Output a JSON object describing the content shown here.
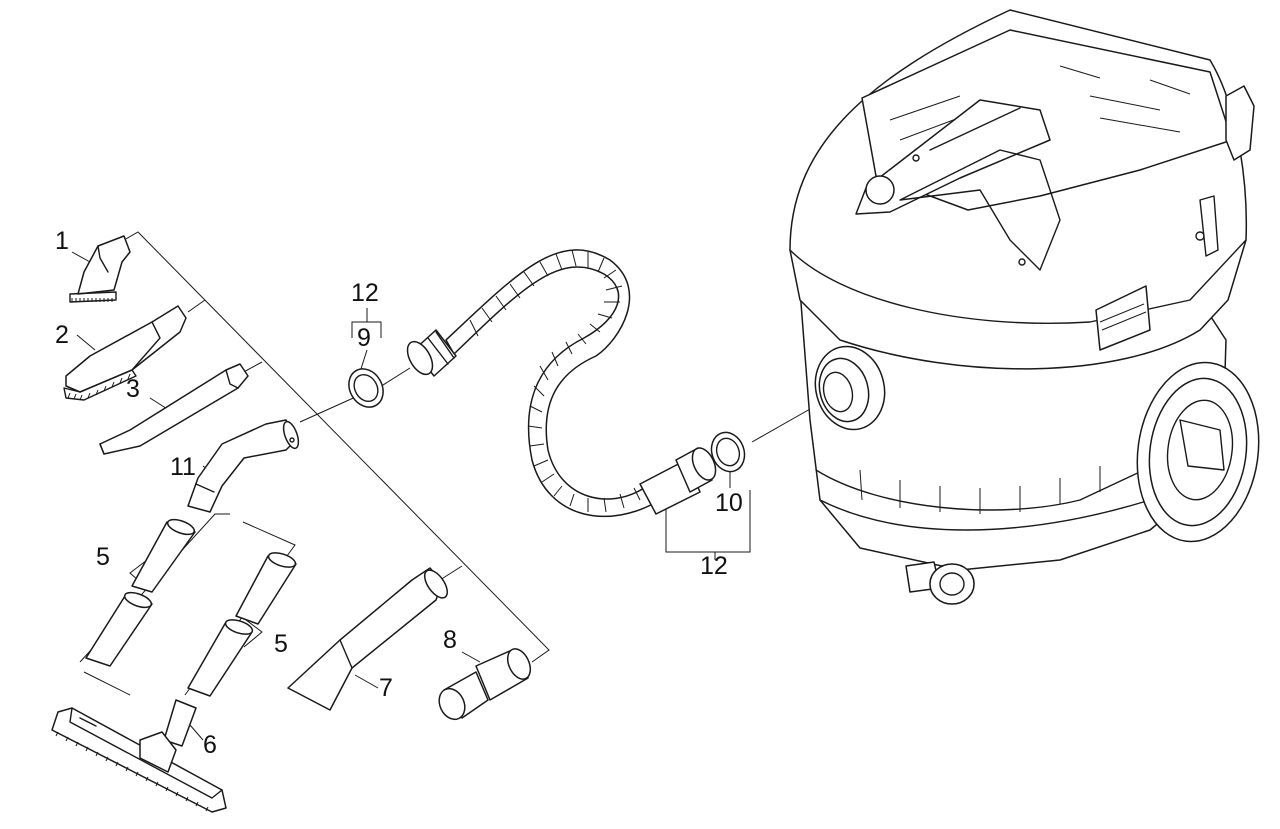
{
  "parts": [
    {
      "id": "brush-nozzle",
      "label": "1"
    },
    {
      "id": "upholstery-brush",
      "label": "2"
    },
    {
      "id": "crevice-nozzle",
      "label": "3"
    },
    {
      "id": "extension-tube-left-pair",
      "label": "5"
    },
    {
      "id": "extension-tube-right-pair",
      "label": "5"
    },
    {
      "id": "floor-nozzle",
      "label": "6"
    },
    {
      "id": "wide-nozzle",
      "label": "7"
    },
    {
      "id": "adapter-sleeve",
      "label": "8"
    },
    {
      "id": "hose-clamp",
      "label": "9"
    },
    {
      "id": "sealing-ring",
      "label": "10"
    },
    {
      "id": "elbow-handle",
      "label": "11"
    },
    {
      "id": "hose-assembly-top",
      "label": "12"
    },
    {
      "id": "hose-assembly-bottom",
      "label": "12"
    }
  ]
}
